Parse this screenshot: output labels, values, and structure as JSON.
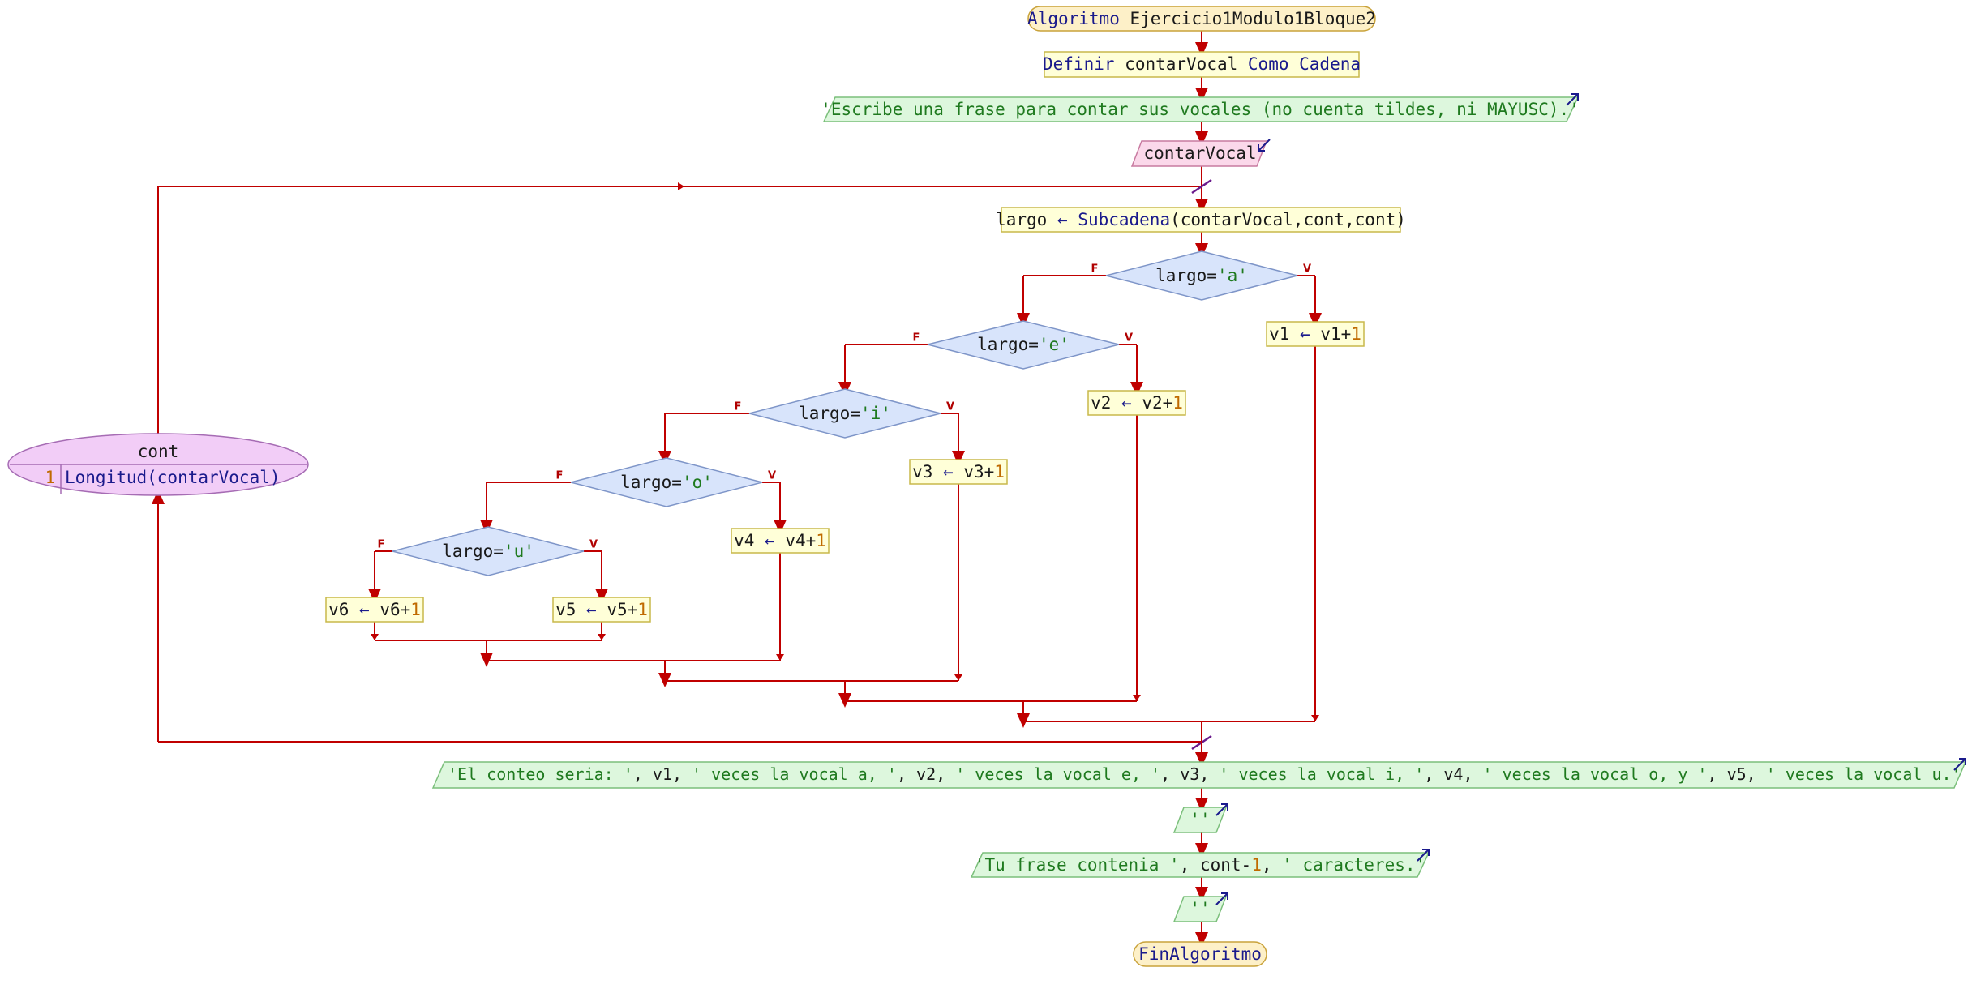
{
  "start": {
    "kw": "Algoritmo",
    "name": "Ejercicio1Modulo1Bloque2"
  },
  "define": {
    "kw1": "Definir",
    "var": "contarVocal",
    "kw2": "Como",
    "type": "Cadena"
  },
  "prompt": {
    "text": "'Escribe una frase para contar sus vocales (no cuenta tildes, ni MAYUSC).'"
  },
  "read": {
    "var": "contarVocal"
  },
  "loop": {
    "var": "cont",
    "step": "1",
    "limit": "Longitud(contarVocal)"
  },
  "assign": {
    "target": "largo",
    "op": "←",
    "func": "Subcadena",
    "args": "(contarVocal,cont,cont)"
  },
  "branch_labels": {
    "false": "F",
    "true": "V"
  },
  "decisions": [
    {
      "var": "largo=",
      "val": "'a'",
      "then_var": "v1",
      "then_rhs": "v1+",
      "then_num": "1"
    },
    {
      "var": "largo=",
      "val": "'e'",
      "then_var": "v2",
      "then_rhs": "v2+",
      "then_num": "1"
    },
    {
      "var": "largo=",
      "val": "'i'",
      "then_var": "v3",
      "then_rhs": "v3+",
      "then_num": "1"
    },
    {
      "var": "largo=",
      "val": "'o'",
      "then_var": "v4",
      "then_rhs": "v4+",
      "then_num": "1"
    },
    {
      "var": "largo=",
      "val": "'u'",
      "then_var": "v5",
      "then_rhs": "v5+",
      "then_num": "1"
    }
  ],
  "else_last": {
    "var": "v6",
    "rhs": "v6+",
    "num": "1"
  },
  "output1": {
    "s1": "'El conteo seria: '",
    "v1": "v1",
    "s2": "' veces la vocal a, '",
    "v2": "v2",
    "s3": "' veces la vocal e, '",
    "v3": "v3",
    "s4": "' veces la vocal i, '",
    "v4": "v4",
    "s5": "' veces la vocal o, y '",
    "v5": "v5",
    "s6": "' veces la vocal u.'"
  },
  "empty_out": "''",
  "output2": {
    "s1": "'Tu frase contenia '",
    "v": "cont-",
    "n": "1",
    "s2": "' caracteres.'"
  },
  "end": {
    "kw": "FinAlgoritmo"
  }
}
